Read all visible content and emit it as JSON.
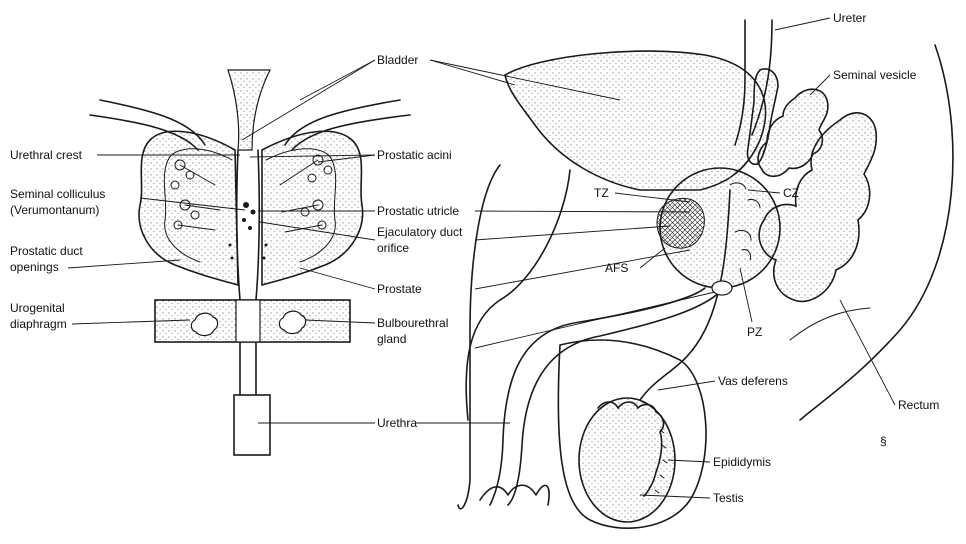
{
  "left_labels": {
    "urethral_crest": "Urethral crest",
    "seminal_colliculus_1": "Seminal colliculus",
    "seminal_colliculus_2": "(Verumontanum)",
    "prostatic_duct_1": "Prostatic duct",
    "prostatic_duct_2": "openings",
    "urogenital_1": "Urogenital",
    "urogenital_2": "diaphragm"
  },
  "center_labels": {
    "bladder": "Bladder",
    "prostatic_acini": "Prostatic acini",
    "prostatic_utricle": "Prostatic utricle",
    "ejaculatory_1": "Ejaculatory duct",
    "ejaculatory_2": "orifice",
    "prostate": "Prostate",
    "bulbourethral_1": "Bulbourethral",
    "bulbourethral_2": "gland",
    "urethra": "Urethra"
  },
  "right_labels": {
    "ureter": "Ureter",
    "seminal_vesicle": "Seminal vesicle",
    "tz": "TZ",
    "cz": "CZ",
    "afs": "AFS",
    "pz": "PZ",
    "vas_deferens": "Vas deferens",
    "rectum": "Rectum",
    "epididymis": "Epididymis",
    "testis": "Testis"
  },
  "colors": {
    "ink": "#1a1a1a",
    "background": "#ffffff"
  }
}
